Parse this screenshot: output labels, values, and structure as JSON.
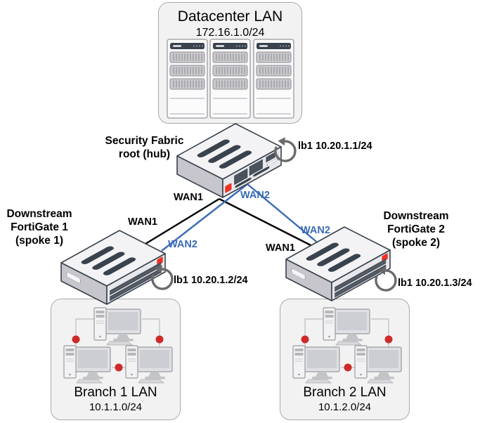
{
  "diagram": {
    "title_hint": "Security Fabric hub-and-spoke network diagram",
    "datacenter": {
      "title": "Datacenter LAN",
      "subnet": "172.16.1.0/24"
    },
    "hub": {
      "label_lines": [
        "Security Fabric",
        "root (hub)"
      ],
      "loopback": "lb1 10.20.1.1/24"
    },
    "spoke1": {
      "label_lines": [
        "Downstream",
        "FortiGate 1",
        "(spoke 1)"
      ],
      "loopback": "lb1 10.20.1.2/24"
    },
    "spoke2": {
      "label_lines": [
        "Downstream",
        "FortiGate 2",
        "(spoke 2)"
      ],
      "loopback": "lb1 10.20.1.3/24"
    },
    "links": [
      {
        "id": "hub-wan1",
        "label": "WAN1",
        "color": "#000000"
      },
      {
        "id": "hub-wan2",
        "label": "WAN2",
        "color": "#3a6bb5"
      },
      {
        "id": "spoke1-wan1",
        "label": "WAN1",
        "color": "#000000"
      },
      {
        "id": "spoke1-wan2",
        "label": "WAN2",
        "color": "#3a6bb5"
      },
      {
        "id": "spoke2-wan2",
        "label": "WAN2",
        "color": "#3a6bb5"
      },
      {
        "id": "spoke2-wan1",
        "label": "WAN1",
        "color": "#000000"
      }
    ],
    "branch1": {
      "title": "Branch 1 LAN",
      "subnet": "10.1.1.0/24"
    },
    "branch2": {
      "title": "Branch 2 LAN",
      "subnet": "10.1.2.0/24"
    },
    "icons": {
      "fortigate": "fortigate-appliance-icon",
      "server_rack": "server-rack-icon",
      "desktop": "desktop-computer-icon",
      "loopback": "loopback-arrow-icon",
      "lan_node": "red-dot-node"
    },
    "colors": {
      "wan1_line": "#000000",
      "wan2_line": "#3a6bb5",
      "fortinet_red": "#ee3124",
      "node_red": "#cd2a28",
      "device_outline": "#39424d",
      "lan_box_fill": "#f2f2f2",
      "lan_box_border": "#a9a9a9",
      "loop_gray": "#6a6a6a"
    }
  }
}
